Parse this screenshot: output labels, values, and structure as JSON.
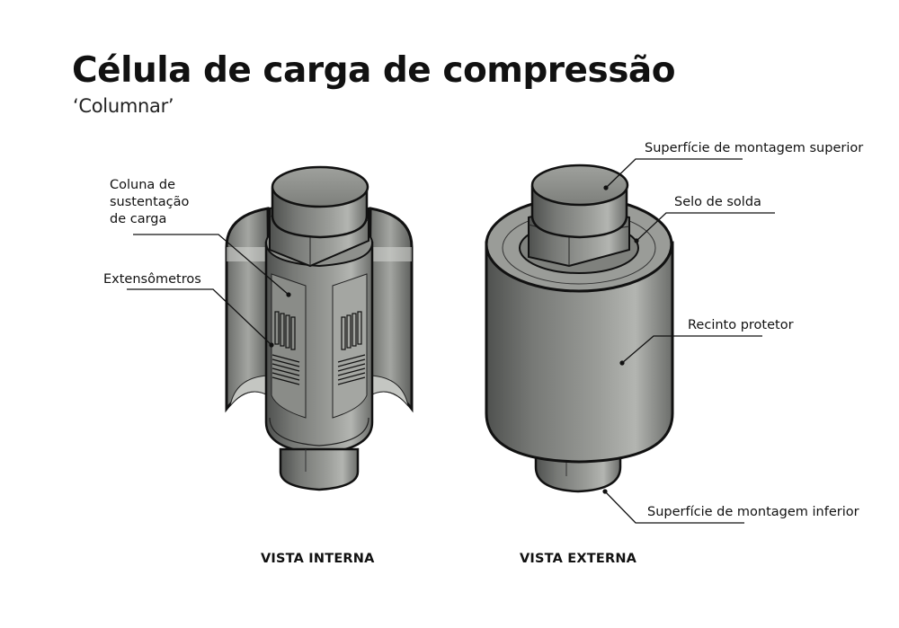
{
  "header": {
    "title": "Célula de carga de compressão",
    "subtitle": "‘Columnar’"
  },
  "internal_view": {
    "caption": "VISTA INTERNA",
    "labels": {
      "load_column_line1": "Coluna de",
      "load_column_line2": "sustentação",
      "load_column_line3": "de carga",
      "strain_gauges": "Extensômetros"
    }
  },
  "external_view": {
    "caption": "VISTA EXTERNA",
    "labels": {
      "top_mount": "Superfície de montagem superior",
      "weld_seal": "Selo de solda",
      "enclosure": "Recinto protetor",
      "bottom_mount": "Superfície de montagem inferior"
    }
  },
  "colors": {
    "metal_dark": "#5f615f",
    "metal_mid": "#8d8f8c",
    "metal_light": "#b9bbb7",
    "outline": "#111111"
  }
}
